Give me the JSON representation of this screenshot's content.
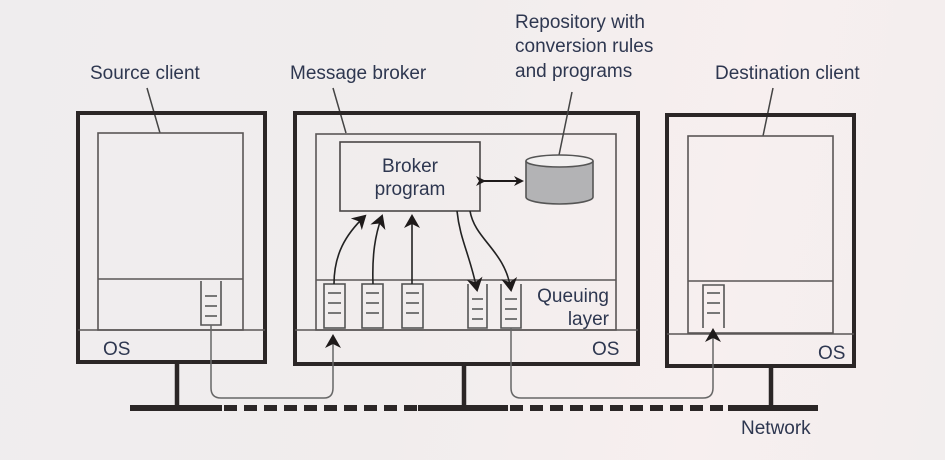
{
  "diagram": {
    "nodes": {
      "source_client": {
        "label": "Source client",
        "os_label": "OS"
      },
      "message_broker": {
        "label": "Message broker",
        "os_label": "OS",
        "broker_program_line1": "Broker",
        "broker_program_line2": "program",
        "queuing_layer_line1": "Queuing",
        "queuing_layer_line2": "layer"
      },
      "repository": {
        "label_line1": "Repository with",
        "label_line2": "conversion rules",
        "label_line3": "and programs"
      },
      "destination_client": {
        "label": "Destination client",
        "os_label": "OS"
      }
    },
    "network_label": "Network",
    "colors": {
      "text": "#2e3750",
      "lines": "#2b2626",
      "repository_fill": "#b3b3b5"
    },
    "edges": [
      {
        "from": "source_client.queue",
        "to": "message_broker.queue_in_1",
        "via": "network"
      },
      {
        "from": "message_broker.queue_in_1",
        "to": "broker_program"
      },
      {
        "from": "message_broker.queue_in_2",
        "to": "broker_program"
      },
      {
        "from": "message_broker.queue_in_3",
        "to": "broker_program"
      },
      {
        "from": "broker_program",
        "to": "repository",
        "bidirectional": true
      },
      {
        "from": "broker_program",
        "to": "message_broker.queue_out_1"
      },
      {
        "from": "broker_program",
        "to": "message_broker.queue_out_2"
      },
      {
        "from": "message_broker.queue_out_2",
        "to": "destination_client.queue",
        "via": "network"
      }
    ]
  }
}
